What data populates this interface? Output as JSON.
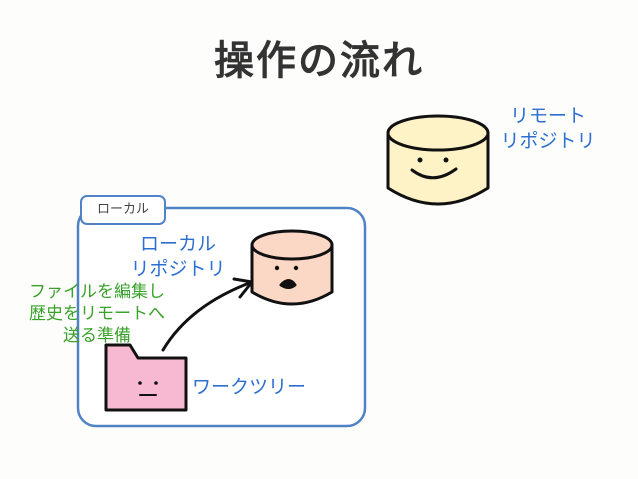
{
  "title": "操作の流れ",
  "remote": {
    "label_line1": "リモート",
    "label_line2": "リポジトリ"
  },
  "local": {
    "tag": "ローカル",
    "repo_label_line1": "ローカル",
    "repo_label_line2": "リポジトリ",
    "worktree_label": "ワークツリー"
  },
  "action": {
    "line1": "ファイルを編集し",
    "line2": "歴史をリモートへ",
    "line3": "送る準備"
  },
  "colors": {
    "remote_db": "#fdf3c7",
    "local_db": "#fbd7c6",
    "folder": "#f7b8d1",
    "local_box": "#4f82c6",
    "blue_text": "#2d6fd1",
    "green_text": "#3aa12b"
  }
}
